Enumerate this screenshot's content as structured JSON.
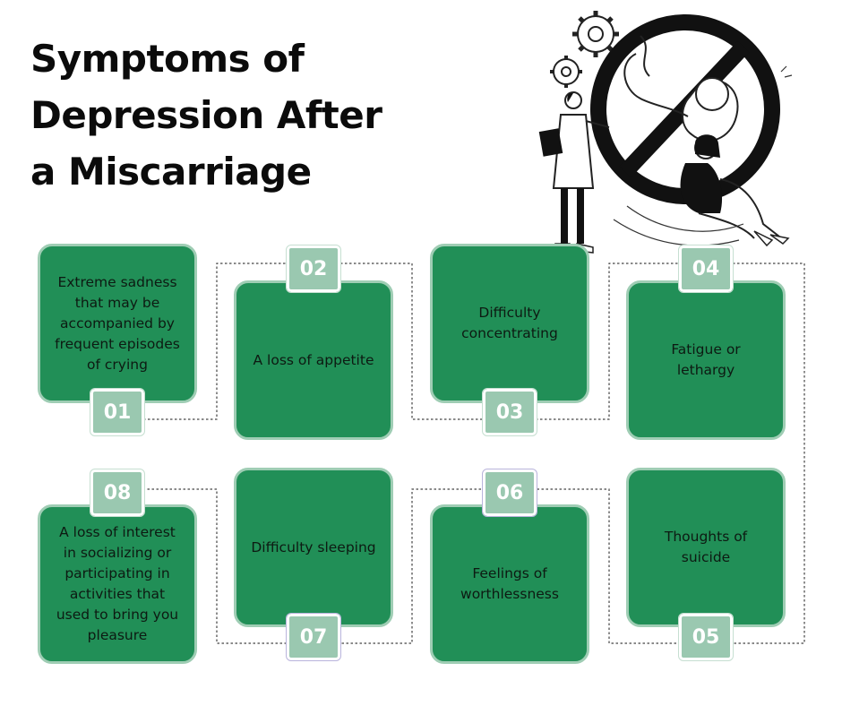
{
  "title": {
    "line1": "Symptoms of",
    "line2": "Depression After",
    "line3": "a Miscarriage"
  },
  "colors": {
    "card_fill": "#218f57",
    "card_border": "#9fcdb4",
    "badge_fill": "#9ac8b0",
    "text": "#0b0b0b"
  },
  "illustration": {
    "icons": [
      "gear-icon",
      "prohibition-sign-icon",
      "fetus-icon",
      "doctor-figure",
      "sad-woman-figure"
    ]
  },
  "steps": [
    {
      "number": "01",
      "text": "Extreme sadness that may be accompanied by frequent episodes of crying"
    },
    {
      "number": "02",
      "text": "A loss of appetite"
    },
    {
      "number": "03",
      "text": "Difficulty concentrating"
    },
    {
      "number": "04",
      "text": "Fatigue or lethargy"
    },
    {
      "number": "05",
      "text": "Thoughts of suicide"
    },
    {
      "number": "06",
      "text": "Feelings of worthlessness"
    },
    {
      "number": "07",
      "text": "Difficulty sleeping"
    },
    {
      "number": "08",
      "text": "A loss of interest in socializing or participating in activities that used to bring you pleasure"
    }
  ]
}
